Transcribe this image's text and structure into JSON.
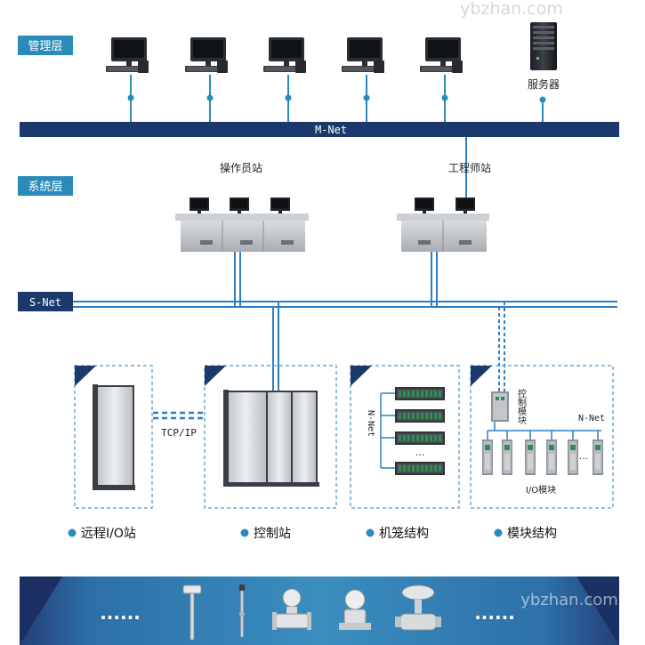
{
  "watermark": {
    "top_right": "ybzhan.com",
    "bottom_right": "ybzhan.com"
  },
  "layers": {
    "management": "管理层",
    "system": "系统层",
    "snet": "S-Net"
  },
  "management": {
    "server_label": "服务器",
    "network": "M-Net"
  },
  "system": {
    "operator_station": "操作员站",
    "engineer_station": "工程师站"
  },
  "field": {
    "tcp_ip": "TCP/IP",
    "nnet_vertical": "N-Net",
    "nnet_horizontal": "N-Net",
    "control_module": "控制模块",
    "io_module": "I/O模块",
    "ellipsis": "...",
    "legend": [
      {
        "label": "远程I/O站"
      },
      {
        "label": "控制站"
      },
      {
        "label": "机笼结构"
      },
      {
        "label": "模块结构"
      }
    ]
  },
  "bottom_band": {
    "dots_left": "......",
    "dots_right": "......"
  },
  "colors": {
    "navy": "#1b3a6b",
    "teal": "#2b8bb8",
    "line_blue": "#2f7fc0",
    "light_blue": "#cfe6f5",
    "device_gray": "#c9ccd0"
  }
}
